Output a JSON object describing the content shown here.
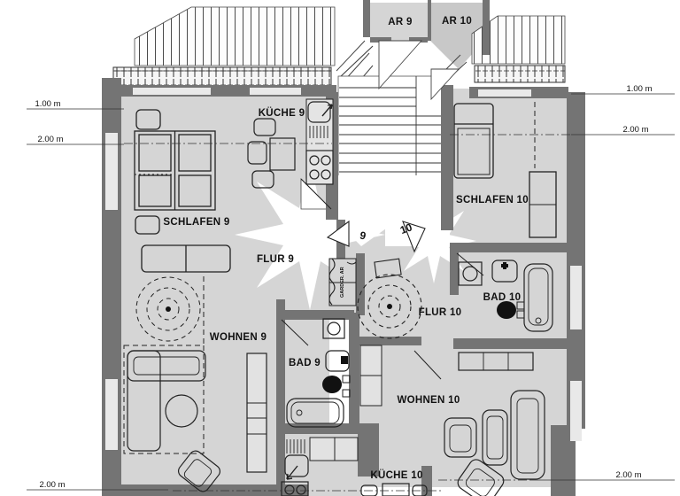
{
  "labels": {
    "ar9": "AR 9",
    "ar10": "AR 10",
    "kueche9": "KÜCHE 9",
    "schlafen9": "SCHLAFEN 9",
    "flur9": "FLUR 9",
    "wohnen9": "WOHNEN 9",
    "bad9": "BAD 9",
    "schlafen10": "SCHLAFEN 10",
    "bad10": "BAD 10",
    "flur10": "FLUR 10",
    "wohnen10": "WOHNEN 10",
    "kueche10": "KÜCHE 10",
    "garderobe": "GARDER. AR",
    "door9": "9",
    "door10": "10"
  },
  "dimensions": {
    "left_upper": "1.00 m",
    "left_lower": "2.00 m",
    "right_upper": "1.00 m",
    "right_lower": "2.00 m",
    "bottom_left": "2.00 m",
    "bottom_right": "2.00 m"
  },
  "colors": {
    "room_fill": "#d5d5d5",
    "room_fill_dark": "#c8c8c8",
    "wall": "#747474",
    "line": "#222222"
  }
}
